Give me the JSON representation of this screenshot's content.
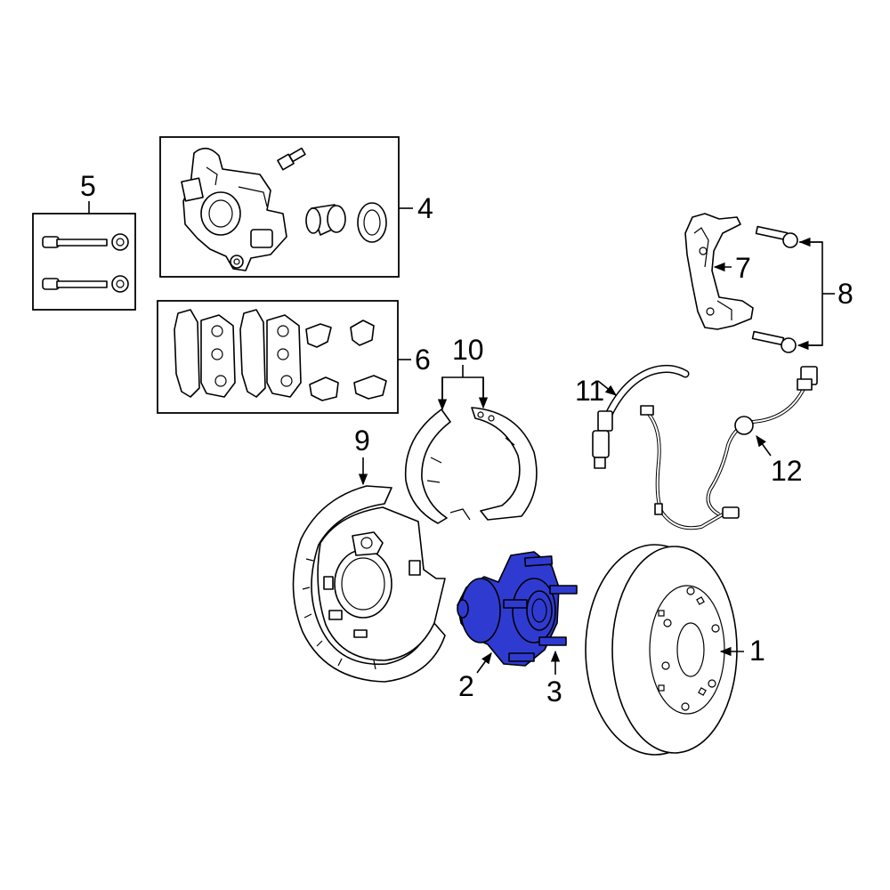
{
  "diagram": {
    "highlight_color": "#2f3bd0",
    "highlighted_part": "2",
    "callouts": [
      {
        "id": "c1",
        "label": "1"
      },
      {
        "id": "c2",
        "label": "2"
      },
      {
        "id": "c3",
        "label": "3"
      },
      {
        "id": "c4",
        "label": "4"
      },
      {
        "id": "c5",
        "label": "5"
      },
      {
        "id": "c6",
        "label": "6"
      },
      {
        "id": "c7",
        "label": "7"
      },
      {
        "id": "c8",
        "label": "8"
      },
      {
        "id": "c9",
        "label": "9"
      },
      {
        "id": "c10",
        "label": "10"
      },
      {
        "id": "c11",
        "label": "11"
      },
      {
        "id": "c12",
        "label": "12"
      }
    ]
  }
}
